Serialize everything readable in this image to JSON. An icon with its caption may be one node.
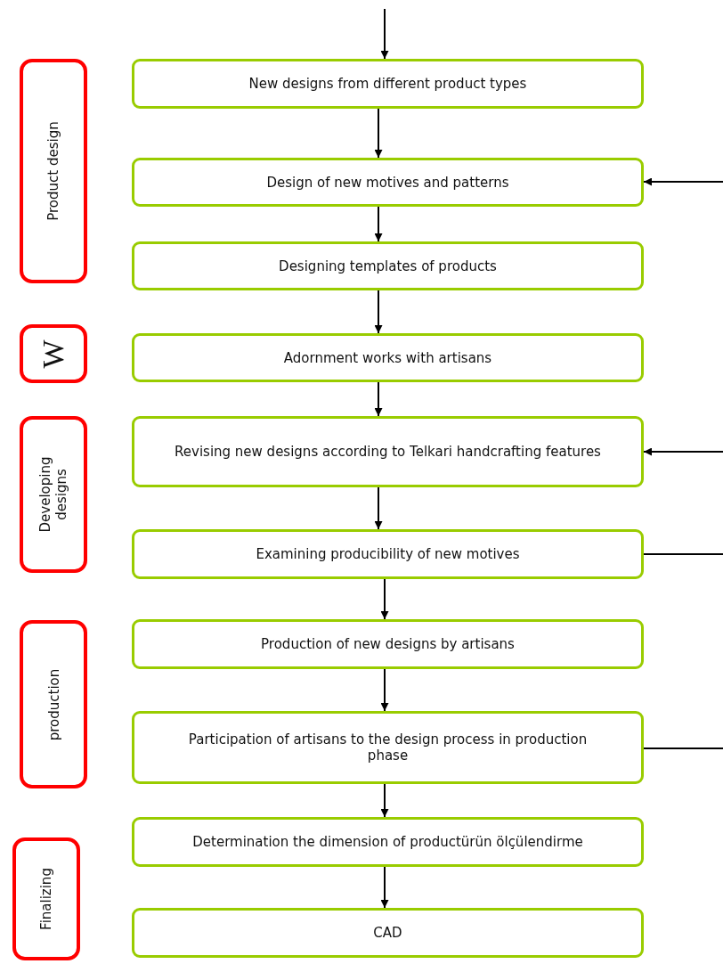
{
  "diagram": {
    "nodes": [
      {
        "text": [
          "Product design"
        ]
      },
      {
        "text": [
          "New designs from different product types"
        ]
      },
      {
        "text": [
          "Design of new motives and patterns"
        ]
      },
      {
        "text": [
          "Designing templates of products"
        ]
      },
      {
        "text": [
          "W"
        ]
      },
      {
        "text": [
          "Adornment works with artisans"
        ]
      },
      {
        "text": [
          "Developing designs"
        ]
      },
      {
        "text": [
          "Revising new designs according to Telkari handcrafting features"
        ]
      },
      {
        "text": [
          "Examining producibility of new motives"
        ]
      },
      {
        "text": [
          "production"
        ]
      },
      {
        "text": [
          "Production of new designs by artisans"
        ]
      },
      {
        "text": [
          "Participation of artisans to the design process in production phase"
        ]
      },
      {
        "text": [
          "Finalizing"
        ]
      },
      {
        "text": [
          "Determination the dimension of productürün ölçülendirme"
        ]
      },
      {
        "text": [
          "CAD"
        ]
      }
    ],
    "edges": [
      {
        "from": null,
        "to": 1,
        "arrow": "to"
      },
      {
        "from": 1,
        "to": 2,
        "arrow": "to"
      },
      {
        "from": 2,
        "to": 3,
        "arrow": "to"
      },
      {
        "from": 3,
        "to": 5,
        "arrow": "to"
      },
      {
        "from": 5,
        "to": 7,
        "arrow": "to"
      },
      {
        "from": 7,
        "to": 8,
        "arrow": "to"
      },
      {
        "from": 8,
        "to": 10,
        "arrow": "to"
      },
      {
        "from": 10,
        "to": 11,
        "arrow": "to"
      },
      {
        "from": 11,
        "to": 13,
        "arrow": "to"
      },
      {
        "from": 13,
        "to": 14,
        "arrow": "to"
      },
      {
        "from": null,
        "to": 2,
        "arrow": "to"
      },
      {
        "from": null,
        "to": 7,
        "arrow": "to"
      },
      {
        "from": 8,
        "to": null,
        "arrow": "none"
      },
      {
        "from": 11,
        "to": null,
        "arrow": "none"
      }
    ]
  }
}
